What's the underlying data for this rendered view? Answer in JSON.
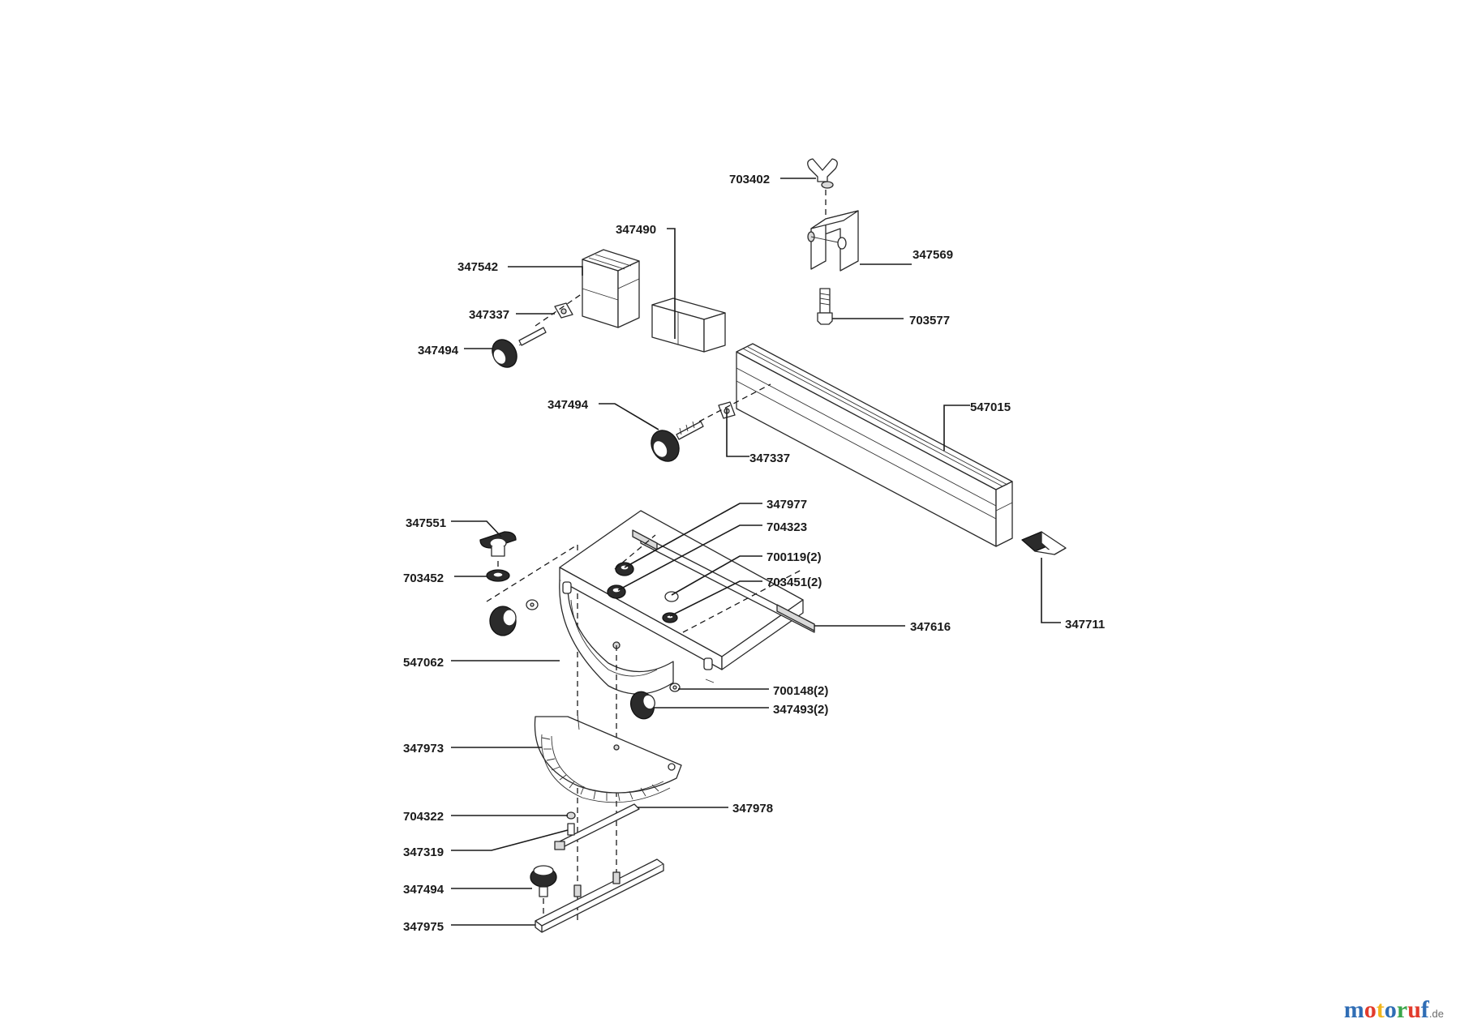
{
  "diagram": {
    "part_labels": [
      "703402",
      "347490",
      "347542",
      "347569",
      "347337",
      "703577",
      "347494",
      "347494",
      "547015",
      "347337",
      "347977",
      "347551",
      "704323",
      "700119(2)",
      "703452",
      "703451(2)",
      "347616",
      "347711",
      "547062",
      "700148(2)",
      "347493(2)",
      "347973",
      "347978",
      "704322",
      "347319",
      "347494",
      "347975"
    ]
  },
  "watermark": {
    "letters": [
      "m",
      "o",
      "t",
      "o",
      "r",
      "u",
      "f"
    ],
    "suffix": ".de",
    "colors": [
      "#2f6db5",
      "#e23b2c",
      "#f2b51c",
      "#2f6db5",
      "#3aa64a",
      "#e23b2c",
      "#2f6db5"
    ],
    "suffix_color": "#6b6b6b"
  }
}
